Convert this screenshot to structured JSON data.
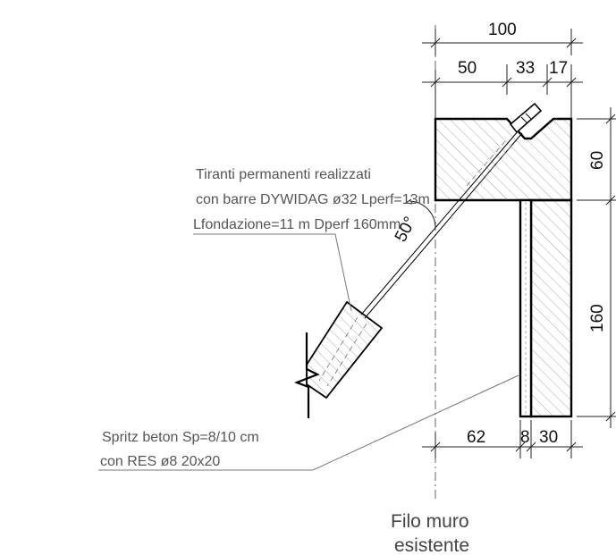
{
  "dimensions": {
    "total_width": "100",
    "top_left": "50",
    "top_mid": "33",
    "top_right": "17",
    "cap_height": "60",
    "wall_height": "160",
    "bottom_left": "62",
    "bottom_mid": "8",
    "bottom_right": "30",
    "angle": "50°"
  },
  "notes": {
    "anchor_line1": "Tiranti permanenti realizzati",
    "anchor_line2": " con barre DYWIDAG ø32 Lperf=13m",
    "anchor_line3": "Lfondazione=11 m Dperf 160mm",
    "spritz_line1": "Spritz beton Sp=8/10 cm",
    "spritz_line2": "con RES ø8 20x20"
  },
  "filo": {
    "line1": "Filo muro",
    "line2": "esistente"
  }
}
